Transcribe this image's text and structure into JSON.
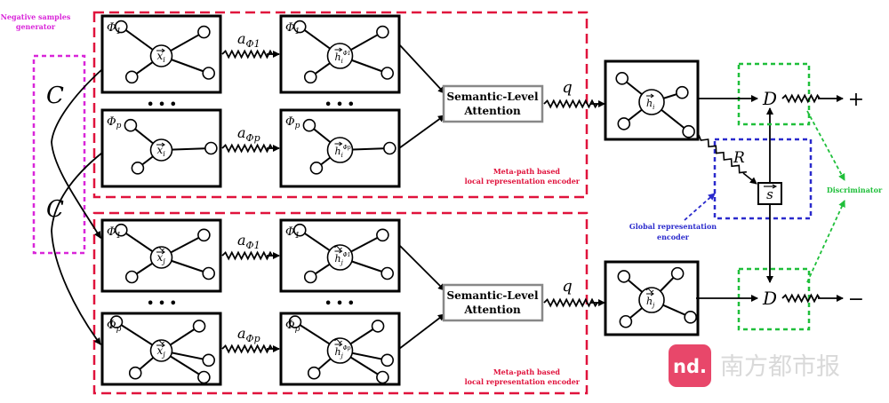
{
  "negative_samples": {
    "line1": "Negative samples",
    "line2": "generator",
    "color": "#d926d9"
  },
  "corruption_symbol": "C",
  "local_encoder": {
    "line1": "Meta-path based",
    "line2": "local representation encoder",
    "color": "#e0123c"
  },
  "attention_box": {
    "line1": "Semantic-Level",
    "line2": "Attention"
  },
  "q_label": "q",
  "ellipsis": "• • •",
  "graph_labels": {
    "phi_1": "Φ",
    "sub_1": "1",
    "phi_p": "Φ",
    "sub_p": "p",
    "a": "a",
    "node_x": "x",
    "sub_i": "i",
    "sub_j": "j",
    "node_h": "h"
  },
  "readout": {
    "R_label": "R",
    "s_label": "s"
  },
  "discriminator": {
    "D_label": "D",
    "plus": "+",
    "minus": "−",
    "label": "Discriminator",
    "color": "#1fbf3a"
  },
  "global_encoder": {
    "line1": "Global representation",
    "line2": "encoder",
    "color": "#2a2acc"
  },
  "watermark": {
    "logo": "nd.",
    "text": "南方都市报",
    "color": "#e8476a"
  }
}
